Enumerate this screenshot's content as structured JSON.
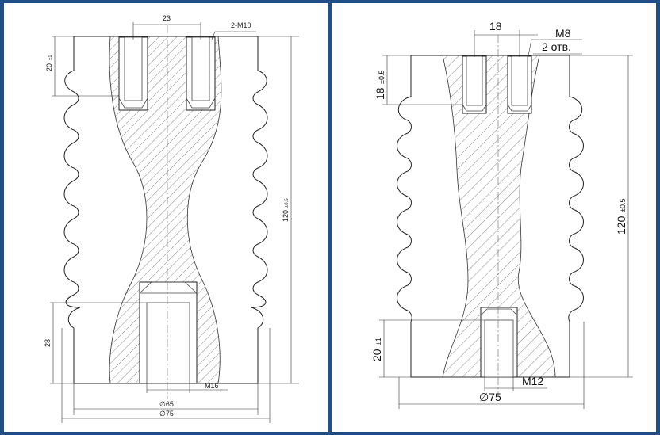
{
  "colors": {
    "frame": "#1f4f86",
    "background": "#ffffff",
    "outline": "#222222",
    "hatch": "#444444"
  },
  "left_drawing": {
    "dim_thread_spacing": "23",
    "dim_thread": "2-M10",
    "dim_top_depth": "20",
    "dim_top_depth_tol": "±1",
    "dim_height": "120",
    "dim_height_tol": "±0.5",
    "dim_bottom_depth": "28",
    "dim_bottom_thread": "M16",
    "dim_core_dia": "∅65",
    "dim_outer_dia": "∅75"
  },
  "right_drawing": {
    "dim_thread_spacing": "18",
    "dim_thread": "M8",
    "dim_thread_count": "2 отв.",
    "dim_top_depth": "18",
    "dim_top_depth_tol": "±0.5",
    "dim_height": "120",
    "dim_height_tol": "±0.5",
    "dim_bottom_depth": "20",
    "dim_bottom_depth_tol": "±1",
    "dim_bottom_thread": "M12",
    "dim_outer_dia": "∅75"
  }
}
